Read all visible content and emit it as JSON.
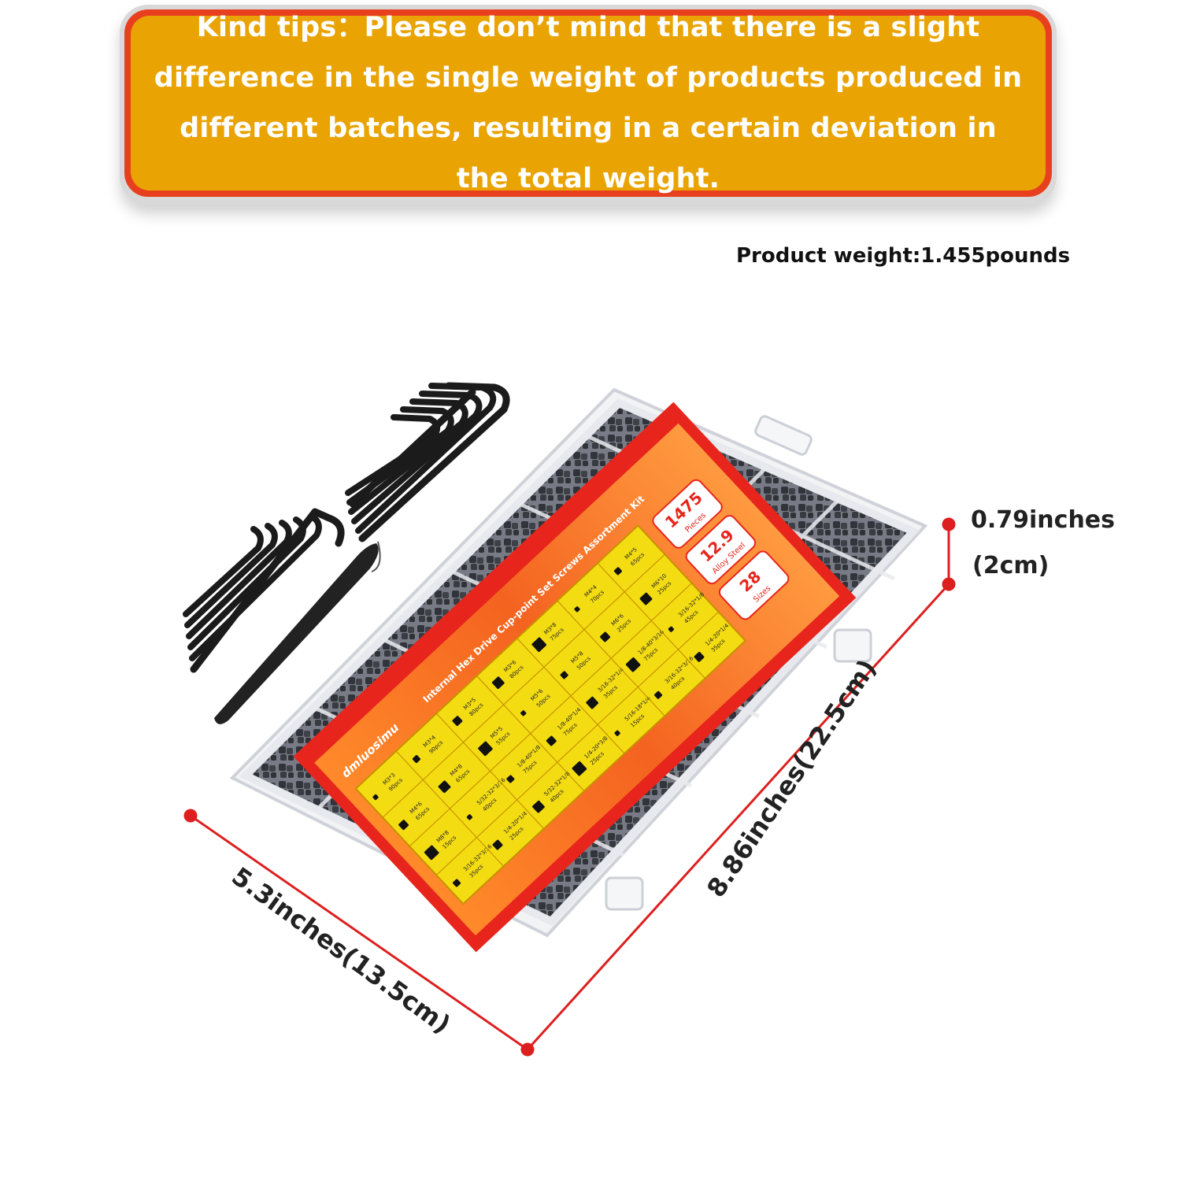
{
  "banner": {
    "text": "Kind tips：Please don’t mind that there is a slight difference in the single weight of products produced in different batches, resulting in a certain deviation in the total weight."
  },
  "product_weight": "Product weight:1.455pounds",
  "dimensions": {
    "height_in": "0.79inches",
    "height_cm": "(2cm)",
    "length": "8.86inches(22.5cm)",
    "width": "5.3inches(13.5cm)"
  },
  "label": {
    "brand": "dmluosimu",
    "title": "Internal Hex Drive Cup-point Set Screws Assortment Kit",
    "pieces": "1475",
    "pieces_unit": "Pieces",
    "grade": "12.9",
    "material": "Alloy Steel",
    "sizes": "28",
    "sizes_unit": "Sizes",
    "items": [
      {
        "size": "M3*3",
        "qty": "90pcs"
      },
      {
        "size": "M3*4",
        "qty": "90pcs"
      },
      {
        "size": "M3*5",
        "qty": "80pcs"
      },
      {
        "size": "M3*6",
        "qty": "80pcs"
      },
      {
        "size": "M3*8",
        "qty": "75pcs"
      },
      {
        "size": "M4*4",
        "qty": "70pcs"
      },
      {
        "size": "M4*5",
        "qty": "65pcs"
      },
      {
        "size": "M4*6",
        "qty": "65pcs"
      },
      {
        "size": "M4*8",
        "qty": "65pcs"
      },
      {
        "size": "M5*5",
        "qty": "55pcs"
      },
      {
        "size": "M5*6",
        "qty": "50pcs"
      },
      {
        "size": "M5*8",
        "qty": "50pcs"
      },
      {
        "size": "M6*6",
        "qty": "25pcs"
      },
      {
        "size": "M6*10",
        "qty": "25pcs"
      },
      {
        "size": "M8*8",
        "qty": "15pcs"
      },
      {
        "size": "5/32-32*3/16",
        "qty": "40pcs"
      },
      {
        "size": "1/8-40*1/8",
        "qty": "75pcs"
      },
      {
        "size": "1/8-40*1/4",
        "qty": "75pcs"
      },
      {
        "size": "3/16-32*1/4",
        "qty": "35pcs"
      },
      {
        "size": "1/8-40*3/16",
        "qty": "75pcs"
      },
      {
        "size": "3/16-32*1/8",
        "qty": "45pcs"
      },
      {
        "size": "3/16-32*3/16",
        "qty": "35pcs"
      },
      {
        "size": "1/4-20*1/4",
        "qty": "25pcs"
      },
      {
        "size": "5/32-32*1/8",
        "qty": "40pcs"
      },
      {
        "size": "1/4-20*3/8",
        "qty": "25pcs"
      },
      {
        "size": "5/16-18*1/4",
        "qty": "15pcs"
      },
      {
        "size": "3/16-32*3/16",
        "qty": "40pcs"
      },
      {
        "size": "1/4-20*1/4",
        "qty": "35pcs"
      }
    ]
  },
  "colors": {
    "banner_orange": "#e9a404",
    "banner_red": "#e8401f",
    "label_red": "#e8251c",
    "label_orange": "#f06a1e",
    "label_yellow": "#f4dc12",
    "dimension_line": "#dd1f1f"
  }
}
